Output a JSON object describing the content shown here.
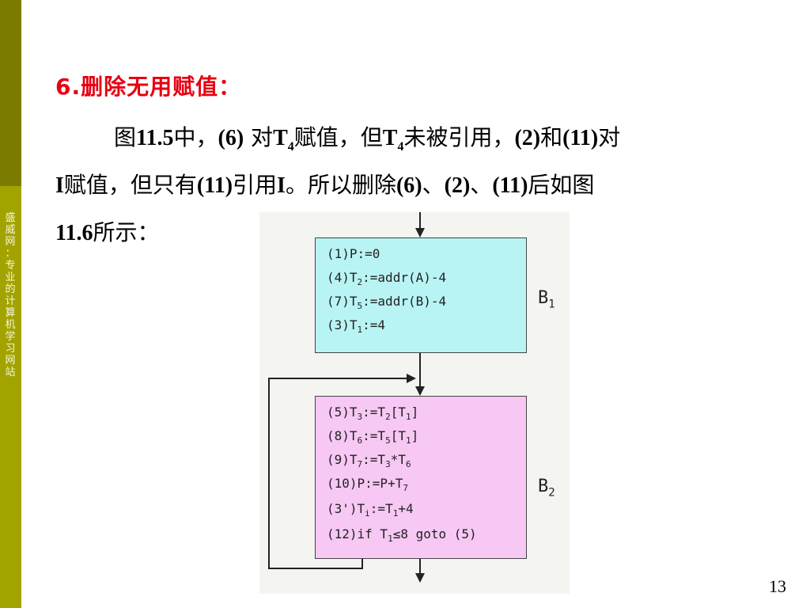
{
  "side_text": [
    "盛",
    "威",
    "网",
    "：",
    "专",
    "业",
    "的",
    "计",
    "算",
    "机",
    "学",
    "习",
    "网",
    "站"
  ],
  "heading": "6.删除无用赋值：",
  "para": {
    "l1_a": "图",
    "l1_b": "11.5",
    "l1_c": "中，",
    "l1_d": "(6)",
    "l1_e": " 对",
    "l1_f": "T",
    "l1_g": "4",
    "l1_h": "赋值，但",
    "l1_i": "T",
    "l1_j": "4",
    "l1_k": "未被引用，",
    "l1_l": "(2)",
    "l1_m": "和",
    "l1_n": "(11)",
    "l1_o": "对",
    "l2_a": "I",
    "l2_b": "赋值，但只有",
    "l2_c": "(11)",
    "l2_d": "引用",
    "l2_e": "I",
    "l2_f": "。所以删除",
    "l2_g": "(6)",
    "l2_h": "、",
    "l2_i": "(2)",
    "l2_j": "、",
    "l2_k": "(11)",
    "l2_l": "后如图",
    "l3_a": "11.6",
    "l3_b": "所示："
  },
  "b1": {
    "label": "B",
    "label_sub": "1",
    "lines": [
      {
        "pre": "(1)P:=0"
      },
      {
        "pre": "(4)T",
        "sub": "2",
        "post": ":=addr(A)-4"
      },
      {
        "pre": "(7)T",
        "sub": "5",
        "post": ":=addr(B)-4"
      },
      {
        "pre": "(3)T",
        "sub": "1",
        "post": ":=4"
      }
    ]
  },
  "b2": {
    "label": "B",
    "label_sub": "2",
    "lines": [
      {
        "pre": "(5)T",
        "sub": "3",
        "post": ":=T",
        "sub2": "2",
        "post2": "[T",
        "sub3": "1",
        "post3": "]"
      },
      {
        "pre": "(8)T",
        "sub": "6",
        "post": ":=T",
        "sub2": "5",
        "post2": "[T",
        "sub3": "1",
        "post3": "]"
      },
      {
        "pre": "(9)T",
        "sub": "7",
        "post": ":=T",
        "sub2": "3",
        "post2": "*T",
        "sub3": "6",
        "post3": ""
      },
      {
        "pre": "(10)P:=P+T",
        "sub": "7",
        "post": ""
      },
      {
        "pre": "(3')T",
        "sub": "i",
        "post": ":=T",
        "sub2": "1",
        "post2": "+4"
      },
      {
        "pre": "(12)if T",
        "sub": "1",
        "post": "≤8 goto (5)"
      }
    ]
  },
  "page_number": "13",
  "colors": {
    "heading": "#e60012",
    "b1_fill": "#b9f4f4",
    "b2_fill": "#f7c8f4",
    "bar": "#a3a300"
  }
}
